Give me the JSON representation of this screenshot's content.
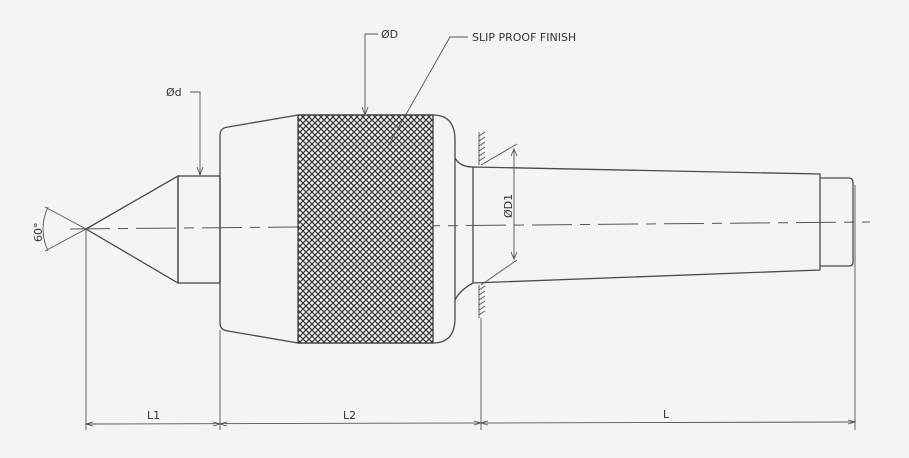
{
  "labels": {
    "angle": "60°",
    "small_diameter": "Ød",
    "body_diameter": "ØD",
    "finish_note": "SLIP PROOF FINISH",
    "taper_diameter": "ØD1",
    "length_1": "L1",
    "length_2": "L2",
    "length_taper": "L"
  },
  "colors": {
    "line": "#4a4a4a",
    "background": "#f4f3f6"
  }
}
